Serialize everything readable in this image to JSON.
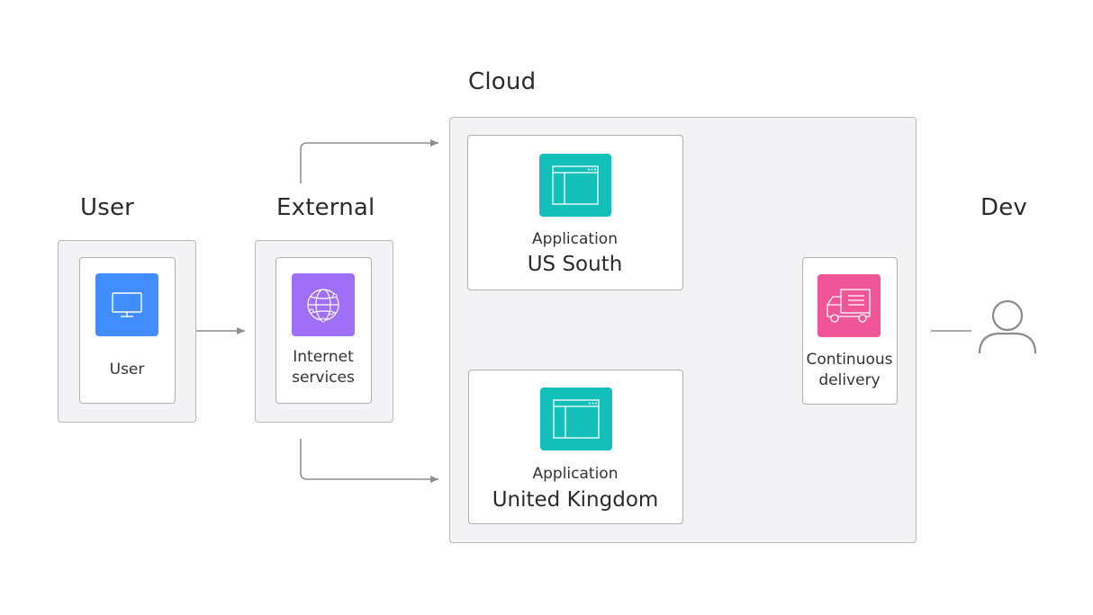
{
  "titles": {
    "user": "User",
    "external": "External",
    "cloud": "Cloud",
    "dev": "Dev"
  },
  "user_node": {
    "label": "User",
    "icon": "monitor-icon",
    "color": "#418cff"
  },
  "internet_node": {
    "label_line1": "Internet",
    "label_line2": "services",
    "icon": "globe-icon",
    "color": "#a06ff7"
  },
  "app_us": {
    "label": "Application",
    "region": "US South",
    "icon": "app-window-icon",
    "color": "#13c0b9"
  },
  "app_uk": {
    "label": "Application",
    "region": "United Kingdom",
    "icon": "app-window-icon",
    "color": "#13c0b9"
  },
  "cd_node": {
    "label_line1": "Continuous",
    "label_line2": "delivery",
    "icon": "delivery-truck-icon",
    "color": "#ef5597"
  },
  "dev_person": {
    "icon": "person-icon"
  }
}
